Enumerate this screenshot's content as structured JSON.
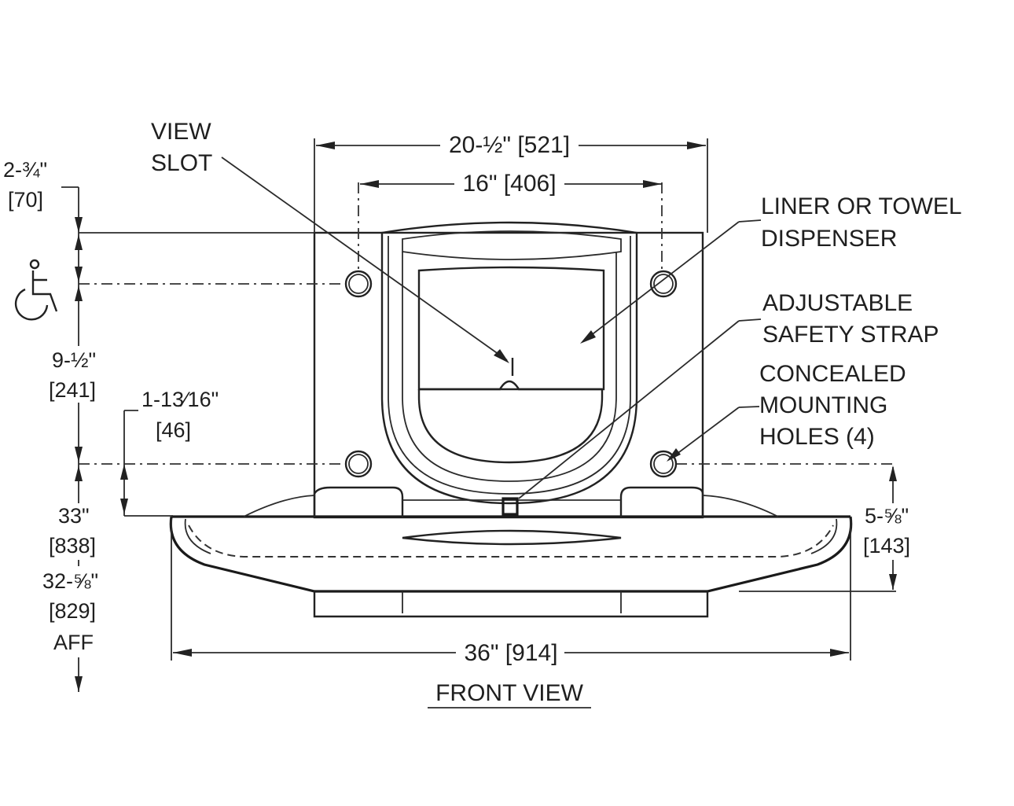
{
  "labels": {
    "view_slot_1": "VIEW",
    "view_slot_2": "SLOT",
    "width_top": "20-½\" [521]",
    "width_inner": "16\" [406]",
    "liner_1": "LINER OR TOWEL",
    "liner_2": "DISPENSER",
    "strap_1": "ADJUSTABLE",
    "strap_2": "SAFETY STRAP",
    "holes_1": "CONCEALED",
    "holes_2": "MOUNTING",
    "holes_3": "HOLES (4)",
    "dim_top_1": "2-¾\"",
    "dim_top_2": "[70]",
    "dim_mid_1": "9-½\"",
    "dim_mid_2": "[241]",
    "dim_small_1": "1-13⁄16\"",
    "dim_small_2": "[46]",
    "dim_33_1": "33\"",
    "dim_33_2": "[838]",
    "dim_32_1": "32-⅝\"",
    "dim_32_2": "[829]",
    "dim_32_3": "AFF",
    "dim_right_1": "5-⅝\"",
    "dim_right_2": "[143]",
    "width_total": "36\" [914]",
    "caption": "FRONT VIEW"
  },
  "icons": {
    "accessibility": "wheelchair-icon"
  }
}
